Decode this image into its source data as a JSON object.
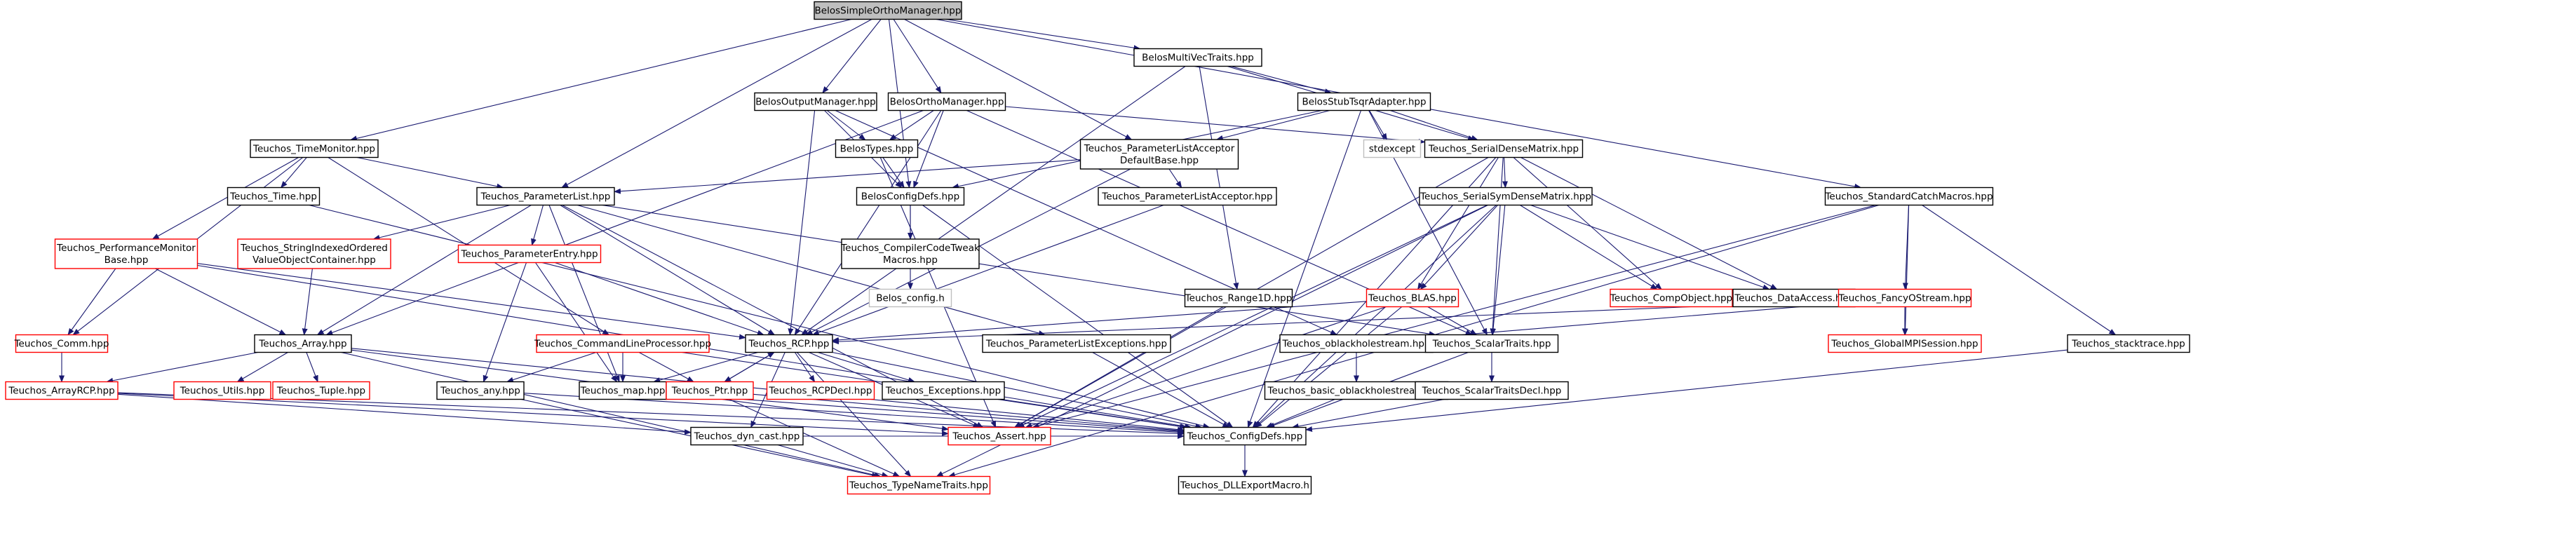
{
  "graph": {
    "colors": {
      "edge": "#191970",
      "node_black": "#000000",
      "node_red": "#ff0000",
      "node_gray": "#bfbfbf",
      "root_fill": "#bfbfbf"
    },
    "nodes": [
      {
        "id": "root",
        "label": [
          "BelosSimpleOrthoManager.hpp"
        ],
        "style": "root"
      },
      {
        "id": "mvt",
        "label": [
          "BelosMultiVecTraits.hpp"
        ],
        "style": "black"
      },
      {
        "id": "outmgr",
        "label": [
          "BelosOutputManager.hpp"
        ],
        "style": "black"
      },
      {
        "id": "orthomgr",
        "label": [
          "BelosOrthoManager.hpp"
        ],
        "style": "black"
      },
      {
        "id": "stubtsqr",
        "label": [
          "BelosStubTsqrAdapter.hpp"
        ],
        "style": "black"
      },
      {
        "id": "timemon",
        "label": [
          "Teuchos_TimeMonitor.hpp"
        ],
        "style": "black"
      },
      {
        "id": "belostypes",
        "label": [
          "BelosTypes.hpp"
        ],
        "style": "black"
      },
      {
        "id": "plistaccdef",
        "label": [
          "Teuchos_ParameterListAcceptor",
          "DefaultBase.hpp"
        ],
        "style": "black"
      },
      {
        "id": "stdexcept",
        "label": [
          "stdexcept"
        ],
        "style": "gray"
      },
      {
        "id": "serialdense",
        "label": [
          "Teuchos_SerialDenseMatrix.hpp"
        ],
        "style": "black"
      },
      {
        "id": "time",
        "label": [
          "Teuchos_Time.hpp"
        ],
        "style": "black"
      },
      {
        "id": "plist",
        "label": [
          "Teuchos_ParameterList.hpp"
        ],
        "style": "black"
      },
      {
        "id": "belosconfig",
        "label": [
          "BelosConfigDefs.hpp"
        ],
        "style": "black"
      },
      {
        "id": "plistacc",
        "label": [
          "Teuchos_ParameterListAcceptor.hpp"
        ],
        "style": "black"
      },
      {
        "id": "serialsym",
        "label": [
          "Teuchos_SerialSymDenseMatrix.hpp"
        ],
        "style": "black"
      },
      {
        "id": "stdcatch",
        "label": [
          "Teuchos_StandardCatchMacros.hpp"
        ],
        "style": "black"
      },
      {
        "id": "perfmon",
        "label": [
          "Teuchos_PerformanceMonitor",
          "Base.hpp"
        ],
        "style": "red"
      },
      {
        "id": "strindexed",
        "label": [
          "Teuchos_StringIndexedOrdered",
          "ValueObjectContainer.hpp"
        ],
        "style": "red"
      },
      {
        "id": "paramentry",
        "label": [
          "Teuchos_ParameterEntry.hpp"
        ],
        "style": "red"
      },
      {
        "id": "compilertweak",
        "label": [
          "Teuchos_CompilerCodeTweak",
          "Macros.hpp"
        ],
        "style": "black"
      },
      {
        "id": "belosconfigh",
        "label": [
          "Belos_config.h"
        ],
        "style": "gray"
      },
      {
        "id": "range1d",
        "label": [
          "Teuchos_Range1D.hpp"
        ],
        "style": "black"
      },
      {
        "id": "blas",
        "label": [
          "Teuchos_BLAS.hpp"
        ],
        "style": "red"
      },
      {
        "id": "compobj",
        "label": [
          "Teuchos_CompObject.hpp"
        ],
        "style": "red"
      },
      {
        "id": "dataaccess",
        "label": [
          "Teuchos_DataAccess.hpp"
        ],
        "style": "black"
      },
      {
        "id": "fancyostream",
        "label": [
          "Teuchos_FancyOStream.hpp"
        ],
        "style": "red"
      },
      {
        "id": "comm",
        "label": [
          "Teuchos_Comm.hpp"
        ],
        "style": "red"
      },
      {
        "id": "array",
        "label": [
          "Teuchos_Array.hpp"
        ],
        "style": "black"
      },
      {
        "id": "cmdline",
        "label": [
          "Teuchos_CommandLineProcessor.hpp"
        ],
        "style": "red"
      },
      {
        "id": "rcp",
        "label": [
          "Teuchos_RCP.hpp"
        ],
        "style": "black"
      },
      {
        "id": "plistexc",
        "label": [
          "Teuchos_ParameterListExceptions.hpp"
        ],
        "style": "black"
      },
      {
        "id": "oblackhole",
        "label": [
          "Teuchos_oblackholestream.hpp"
        ],
        "style": "black"
      },
      {
        "id": "scalartraits",
        "label": [
          "Teuchos_ScalarTraits.hpp"
        ],
        "style": "black"
      },
      {
        "id": "globalmpi",
        "label": [
          "Teuchos_GlobalMPISession.hpp"
        ],
        "style": "red"
      },
      {
        "id": "stacktrace",
        "label": [
          "Teuchos_stacktrace.hpp"
        ],
        "style": "black"
      },
      {
        "id": "arrayrcp",
        "label": [
          "Teuchos_ArrayRCP.hpp"
        ],
        "style": "red"
      },
      {
        "id": "utils",
        "label": [
          "Teuchos_Utils.hpp"
        ],
        "style": "red"
      },
      {
        "id": "tuple",
        "label": [
          "Teuchos_Tuple.hpp"
        ],
        "style": "red"
      },
      {
        "id": "any",
        "label": [
          "Teuchos_any.hpp"
        ],
        "style": "black"
      },
      {
        "id": "map",
        "label": [
          "Teuchos_map.hpp"
        ],
        "style": "black"
      },
      {
        "id": "ptr",
        "label": [
          "Teuchos_Ptr.hpp"
        ],
        "style": "red"
      },
      {
        "id": "rcpdecl",
        "label": [
          "Teuchos_RCPDecl.hpp"
        ],
        "style": "red"
      },
      {
        "id": "exceptions",
        "label": [
          "Teuchos_Exceptions.hpp"
        ],
        "style": "black"
      },
      {
        "id": "basicoblack",
        "label": [
          "Teuchos_basic_oblackholestream.hpp"
        ],
        "style": "black"
      },
      {
        "id": "scalartraitsdecl",
        "label": [
          "Teuchos_ScalarTraitsDecl.hpp"
        ],
        "style": "black"
      },
      {
        "id": "dyncast",
        "label": [
          "Teuchos_dyn_cast.hpp"
        ],
        "style": "black"
      },
      {
        "id": "assert",
        "label": [
          "Teuchos_Assert.hpp"
        ],
        "style": "red"
      },
      {
        "id": "configdefs",
        "label": [
          "Teuchos_ConfigDefs.hpp"
        ],
        "style": "black"
      },
      {
        "id": "typename",
        "label": [
          "Teuchos_TypeNameTraits.hpp"
        ],
        "style": "red"
      },
      {
        "id": "dllexport",
        "label": [
          "Teuchos_DLLExportMacro.h"
        ],
        "style": "black"
      }
    ],
    "edges": [
      [
        "root",
        "mvt"
      ],
      [
        "root",
        "outmgr"
      ],
      [
        "root",
        "orthomgr"
      ],
      [
        "root",
        "timemon"
      ],
      [
        "root",
        "plist"
      ],
      [
        "root",
        "belosconfig"
      ],
      [
        "root",
        "plistaccdef"
      ],
      [
        "root",
        "stdcatch"
      ],
      [
        "mvt",
        "stubtsqr"
      ],
      [
        "mvt",
        "serialdense"
      ],
      [
        "mvt",
        "range1d"
      ],
      [
        "mvt",
        "rcp"
      ],
      [
        "outmgr",
        "belostypes"
      ],
      [
        "outmgr",
        "belosconfig"
      ],
      [
        "outmgr",
        "rcp"
      ],
      [
        "outmgr",
        "oblackhole"
      ],
      [
        "orthomgr",
        "belostypes"
      ],
      [
        "orthomgr",
        "belosconfig"
      ],
      [
        "orthomgr",
        "serialdense"
      ],
      [
        "orthomgr",
        "rcp"
      ],
      [
        "orthomgr",
        "array"
      ],
      [
        "orthomgr",
        "scalartraits"
      ],
      [
        "stubtsqr",
        "plistaccdef"
      ],
      [
        "stubtsqr",
        "serialdense"
      ],
      [
        "stubtsqr",
        "stdexcept"
      ],
      [
        "stubtsqr",
        "belosconfig"
      ],
      [
        "stubtsqr",
        "scalartraits"
      ],
      [
        "stubtsqr",
        "configdefs"
      ],
      [
        "timemon",
        "plist"
      ],
      [
        "timemon",
        "time"
      ],
      [
        "timemon",
        "perfmon"
      ],
      [
        "timemon",
        "comm"
      ],
      [
        "timemon",
        "cmdline"
      ],
      [
        "belostypes",
        "belosconfig"
      ],
      [
        "belostypes",
        "assert"
      ],
      [
        "plistaccdef",
        "plist"
      ],
      [
        "plistaccdef",
        "plistacc"
      ],
      [
        "plistaccdef",
        "rcp"
      ],
      [
        "serialdense",
        "serialsym"
      ],
      [
        "serialdense",
        "blas"
      ],
      [
        "serialdense",
        "compobj"
      ],
      [
        "serialdense",
        "dataaccess"
      ],
      [
        "serialdense",
        "scalartraits"
      ],
      [
        "serialdense",
        "configdefs"
      ],
      [
        "serialdense",
        "assert"
      ],
      [
        "time",
        "configdefs"
      ],
      [
        "plist",
        "strindexed"
      ],
      [
        "plist",
        "paramentry"
      ],
      [
        "plist",
        "array"
      ],
      [
        "plist",
        "rcp"
      ],
      [
        "plist",
        "plistexc"
      ],
      [
        "plist",
        "map"
      ],
      [
        "plist",
        "scalartraits"
      ],
      [
        "plist",
        "assert"
      ],
      [
        "belosconfig",
        "compilertweak"
      ],
      [
        "belosconfig",
        "belosconfigh"
      ],
      [
        "belosconfig",
        "configdefs"
      ],
      [
        "plistacc",
        "rcp"
      ],
      [
        "serialsym",
        "blas"
      ],
      [
        "serialsym",
        "compobj"
      ],
      [
        "serialsym",
        "dataaccess"
      ],
      [
        "serialsym",
        "scalartraits"
      ],
      [
        "serialsym",
        "configdefs"
      ],
      [
        "serialsym",
        "typename"
      ],
      [
        "serialsym",
        "assert"
      ],
      [
        "stdcatch",
        "fancyostream"
      ],
      [
        "stdcatch",
        "globalmpi"
      ],
      [
        "stdcatch",
        "stacktrace"
      ],
      [
        "stdcatch",
        "assert"
      ],
      [
        "stdcatch",
        "typename"
      ],
      [
        "perfmon",
        "array"
      ],
      [
        "perfmon",
        "comm"
      ],
      [
        "perfmon",
        "rcp"
      ],
      [
        "perfmon",
        "configdefs"
      ],
      [
        "strindexed",
        "array"
      ],
      [
        "paramentry",
        "any"
      ],
      [
        "paramentry",
        "rcp"
      ],
      [
        "paramentry",
        "map"
      ],
      [
        "range1d",
        "assert"
      ],
      [
        "blas",
        "scalartraits"
      ],
      [
        "blas",
        "configdefs"
      ],
      [
        "blas",
        "rcp"
      ],
      [
        "blas",
        "assert"
      ],
      [
        "fancyostream",
        "oblackhole"
      ],
      [
        "fancyostream",
        "globalmpi"
      ],
      [
        "fancyostream",
        "rcp"
      ],
      [
        "comm",
        "arrayrcp"
      ],
      [
        "array",
        "arrayrcp"
      ],
      [
        "array",
        "utils"
      ],
      [
        "array",
        "tuple"
      ],
      [
        "array",
        "configdefs"
      ],
      [
        "array",
        "assert"
      ],
      [
        "array",
        "typename"
      ],
      [
        "cmdline",
        "any"
      ],
      [
        "cmdline",
        "map"
      ],
      [
        "cmdline",
        "ptr"
      ],
      [
        "cmdline",
        "configdefs"
      ],
      [
        "rcp",
        "ptr"
      ],
      [
        "rcp",
        "rcpdecl"
      ],
      [
        "rcp",
        "exceptions"
      ],
      [
        "rcp",
        "dyncast"
      ],
      [
        "rcp",
        "assert"
      ],
      [
        "rcp",
        "configdefs"
      ],
      [
        "rcp",
        "typename"
      ],
      [
        "rcp",
        "map"
      ],
      [
        "plistexc",
        "configdefs"
      ],
      [
        "oblackhole",
        "basicoblack"
      ],
      [
        "scalartraits",
        "scalartraitsdecl"
      ],
      [
        "scalartraits",
        "configdefs"
      ],
      [
        "stacktrace",
        "configdefs"
      ],
      [
        "arrayrcp",
        "dyncast"
      ],
      [
        "arrayrcp",
        "assert"
      ],
      [
        "arrayrcp",
        "configdefs"
      ],
      [
        "any",
        "configdefs"
      ],
      [
        "any",
        "typename"
      ],
      [
        "map",
        "configdefs"
      ],
      [
        "ptr",
        "rcp"
      ],
      [
        "ptr",
        "configdefs"
      ],
      [
        "ptr",
        "typename"
      ],
      [
        "exceptions",
        "configdefs"
      ],
      [
        "basicoblack",
        "configdefs"
      ],
      [
        "scalartraitsdecl",
        "configdefs"
      ],
      [
        "dyncast",
        "typename"
      ],
      [
        "dyncast",
        "configdefs"
      ],
      [
        "configdefs",
        "dllexport"
      ]
    ]
  }
}
